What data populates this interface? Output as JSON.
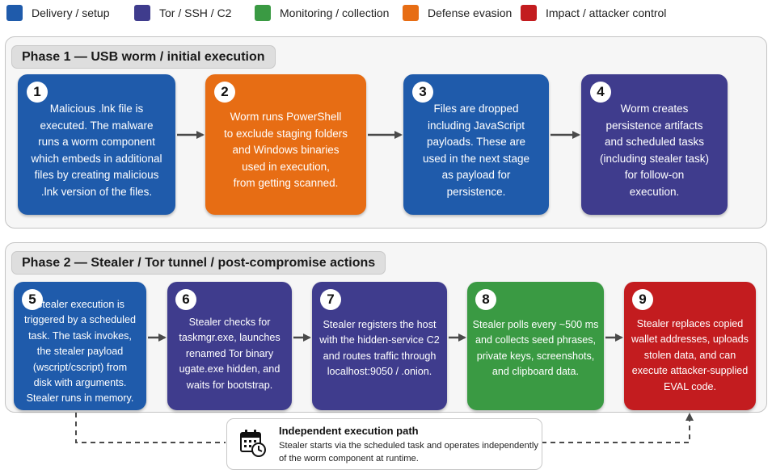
{
  "legend": [
    {
      "label": "Delivery / setup",
      "color": "#1f5bab"
    },
    {
      "label": "Tor / SSH / C2",
      "color": "#3f3c8d"
    },
    {
      "label": "Monitoring / collection",
      "color": "#3a9a43"
    },
    {
      "label": "Defense evasion",
      "color": "#e76d14"
    },
    {
      "label": "Impact / attacker control",
      "color": "#c31c1f"
    }
  ],
  "phase1": {
    "title": "Phase 1 — USB worm / initial execution",
    "steps": [
      {
        "number": "1",
        "color": "#1f5bab",
        "text": "Malicious .lnk file is\nexecuted. The malware\nruns a worm component\nwhich embeds in additional\nfiles by creating malicious\n.lnk version of the files."
      },
      {
        "number": "2",
        "color": "#e76d14",
        "text": "Worm runs PowerShell\nto exclude staging folders\nand Windows binaries\nused in execution,\nfrom getting scanned."
      },
      {
        "number": "3",
        "color": "#1f5bab",
        "text": "Files are dropped\nincluding JavaScript\npayloads. These are\nused in the next stage\nas payload for\npersistence."
      },
      {
        "number": "4",
        "color": "#3f3c8d",
        "text": "Worm creates\npersistence artifacts\nand scheduled tasks\n(including stealer task)\nfor follow-on\nexecution."
      }
    ]
  },
  "phase2": {
    "title": "Phase 2 — Stealer / Tor tunnel / post-compromise actions",
    "steps": [
      {
        "number": "5",
        "color": "#1f5bab",
        "text": "Stealer execution is\ntriggered by a scheduled\ntask. The task invokes,\nthe stealer payload\n(wscript/cscript) from\ndisk with arguments.\nStealer runs in memory."
      },
      {
        "number": "6",
        "color": "#3f3c8d",
        "text": "Stealer checks for\ntaskmgr.exe, launches\nrenamed Tor binary\nugate.exe hidden, and\nwaits for bootstrap."
      },
      {
        "number": "7",
        "color": "#3f3c8d",
        "text": "Stealer registers the host\nwith the hidden-service C2\nand routes traffic through\nlocalhost:9050 / .onion."
      },
      {
        "number": "8",
        "color": "#3a9a43",
        "text": "Stealer polls every ~500 ms\nand collects seed phrases,\nprivate keys, screenshots,\nand clipboard data."
      },
      {
        "number": "9",
        "color": "#c31c1f",
        "text": "Stealer replaces copied\nwallet addresses, uploads\nstolen data, and can\nexecute attacker-supplied\nEVAL code."
      }
    ]
  },
  "note": {
    "icon": "calendar-clock-icon",
    "title": "Independent execution path",
    "text": "Stealer starts via the scheduled task and operates independently\nof the worm component at runtime."
  }
}
